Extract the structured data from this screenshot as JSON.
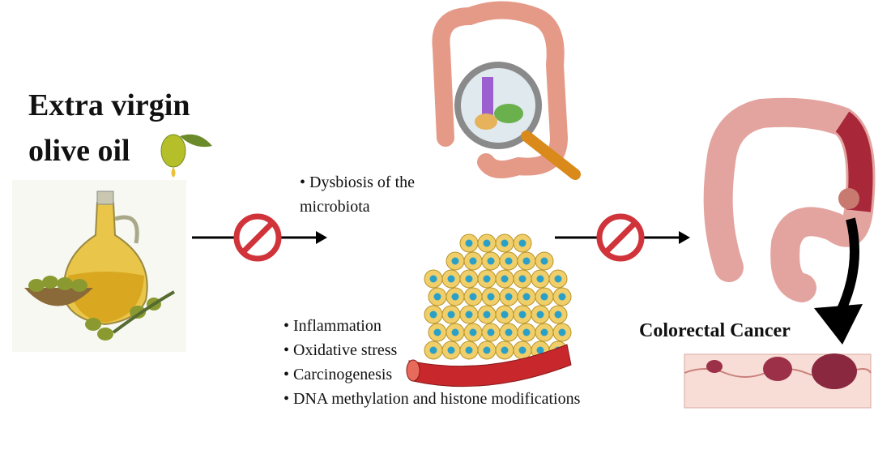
{
  "title": {
    "line1": "Extra virgin",
    "line2": "olive oil"
  },
  "microbiota_text": {
    "line1": "• Dysbiosis of the",
    "line2": "microbiota"
  },
  "mechanisms": [
    "• Inflammation",
    "• Oxidative stress",
    "• Carcinogenesis",
    "• DNA methylation and histone modifications"
  ],
  "outcome_label": "Colorectal Cancer",
  "colors": {
    "inhibit_red": "#d0343a",
    "arrow": "#000000",
    "oil": "#e8c23a",
    "olive": "#a8b830",
    "colon": "#e3a4a0",
    "tumor": "#9c3048"
  }
}
